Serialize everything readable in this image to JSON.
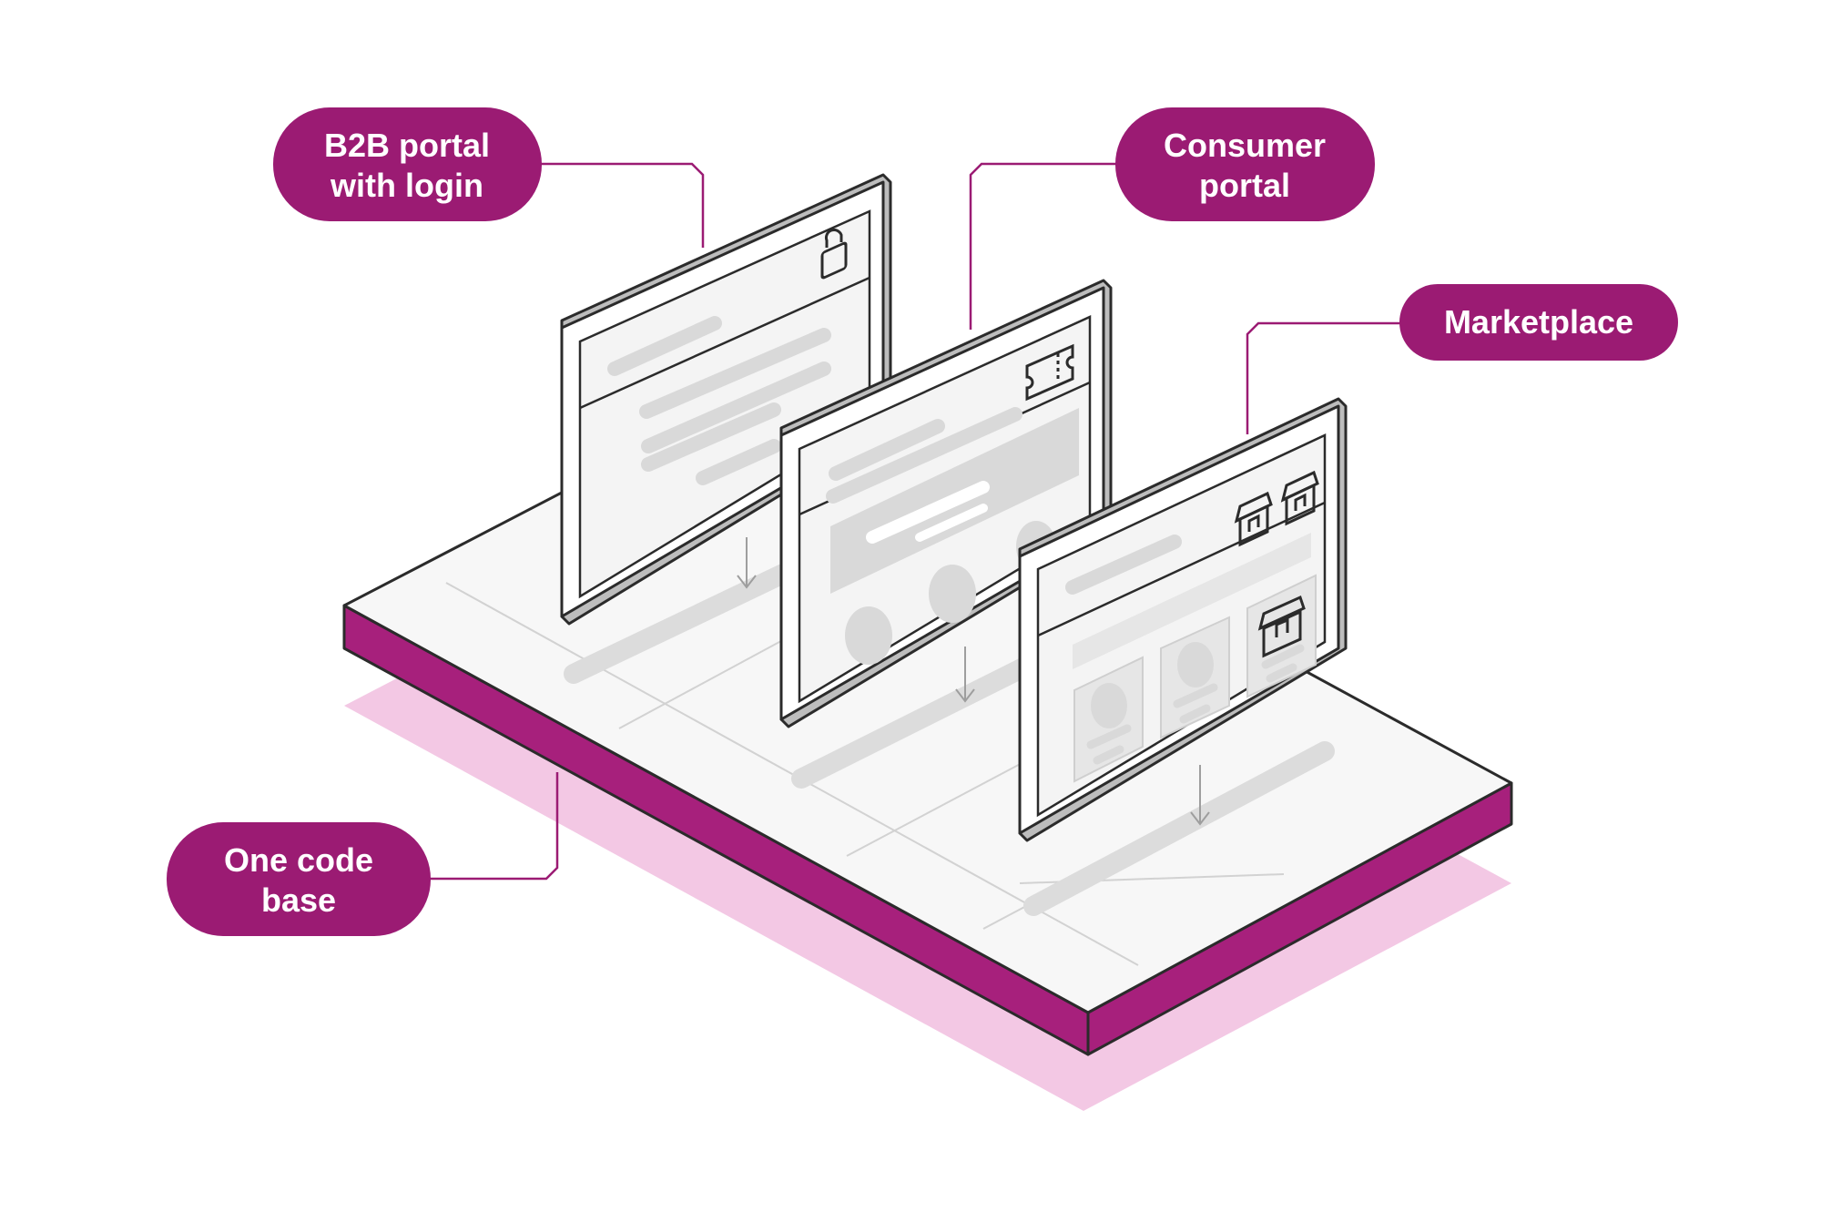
{
  "labels": {
    "b2b_line1": "B2B portal",
    "b2b_line2": "with login",
    "consumer_line1": "Consumer",
    "consumer_line2": "portal",
    "marketplace": "Marketplace",
    "codebase_line1": "One code",
    "codebase_line2": "base"
  },
  "icons": {
    "b2b": "lock-icon",
    "consumer": "ticket-icon",
    "marketplace": "storefront-icon"
  },
  "colors": {
    "accent": "#9b1b73",
    "platform_side": "#a7207c",
    "shadow": "#f3c8e4",
    "outline": "#2b2b2b",
    "placeholder": "#d9d9d9"
  }
}
